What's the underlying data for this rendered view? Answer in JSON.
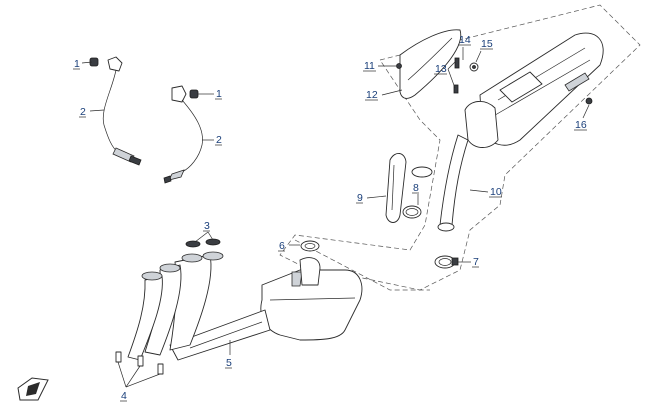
{
  "diagram": {
    "callouts": [
      {
        "id": "c1a",
        "label": "1"
      },
      {
        "id": "c1b",
        "label": "1"
      },
      {
        "id": "c2a",
        "label": "2"
      },
      {
        "id": "c2b",
        "label": "2"
      },
      {
        "id": "c3",
        "label": "3"
      },
      {
        "id": "c4",
        "label": "4"
      },
      {
        "id": "c5",
        "label": "5"
      },
      {
        "id": "c6",
        "label": "6"
      },
      {
        "id": "c7",
        "label": "7"
      },
      {
        "id": "c8",
        "label": "8"
      },
      {
        "id": "c9",
        "label": "9"
      },
      {
        "id": "c10",
        "label": "10"
      },
      {
        "id": "c11",
        "label": "11"
      },
      {
        "id": "c12",
        "label": "12"
      },
      {
        "id": "c13",
        "label": "13"
      },
      {
        "id": "c14",
        "label": "14"
      },
      {
        "id": "c15",
        "label": "15"
      },
      {
        "id": "c16",
        "label": "16"
      }
    ],
    "colors": {
      "callout": "#1a3f7a",
      "line": "#2b2b2b",
      "shade": "#cfd3d8",
      "background": "#ffffff"
    },
    "corner_icon": "front-direction-icon"
  }
}
